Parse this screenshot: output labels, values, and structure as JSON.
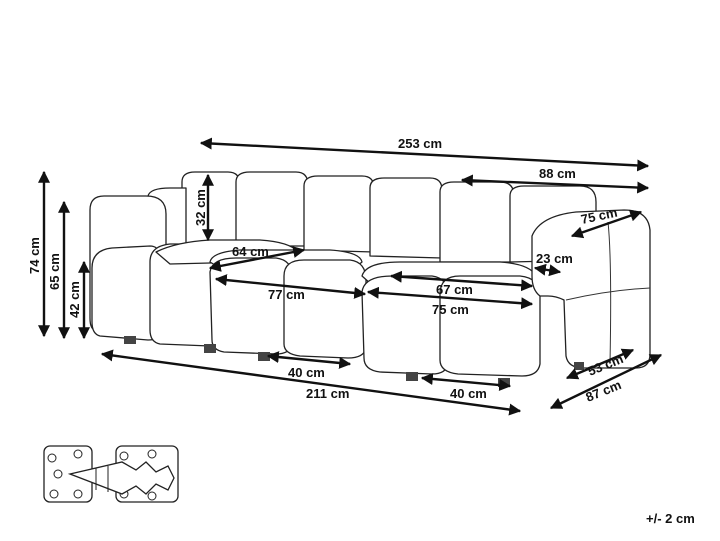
{
  "dimensions": {
    "total_width": "253 cm",
    "seat_width_right": "88 cm",
    "back_cushion_height": "32 cm",
    "total_height": "74 cm",
    "armrest_height": "65 cm",
    "seat_height": "42 cm",
    "seat_depth_left": "64 cm",
    "armrest_depth": "75 cm",
    "armrest_width": "23 cm",
    "seat_width_middle": "77 cm",
    "seat_depth_right": "67 cm",
    "seat_width_right_lower": "75 cm",
    "leg_span_middle": "40 cm",
    "leg_span_right": "40 cm",
    "base_width": "211 cm",
    "base_depth": "53 cm",
    "total_depth": "87 cm"
  },
  "tolerance": "+/- 2 cm",
  "colors": {
    "line": "#111111",
    "background": "#ffffff"
  },
  "icons": {
    "connector": "connector-clip-icon"
  }
}
